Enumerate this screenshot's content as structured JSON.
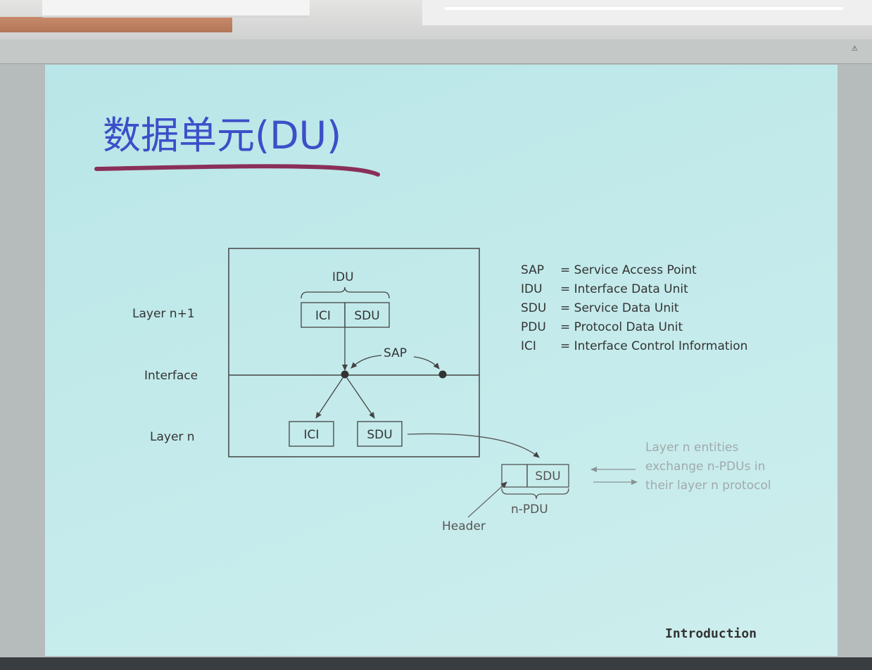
{
  "title": "数据单元(DU)",
  "diagram": {
    "labels": {
      "idu": "IDU",
      "sap": "SAP",
      "layer_n1": "Layer n+1",
      "interface": "Interface",
      "layer_n": "Layer n",
      "header": "Header",
      "npdu": "n-PDU"
    },
    "boxes": {
      "ici_top": "ICI",
      "sdu_top": "SDU",
      "ici_bottom": "ICI",
      "sdu_bottom": "SDU",
      "pdu_sdu": "SDU"
    }
  },
  "legend": [
    {
      "abbr": "SAP",
      "definition": "= Service Access Point"
    },
    {
      "abbr": "IDU",
      "definition": "= Interface Data Unit"
    },
    {
      "abbr": "SDU",
      "definition": "= Service Data Unit"
    },
    {
      "abbr": "PDU",
      "definition": "= Protocol Data Unit"
    },
    {
      "abbr": "ICI",
      "definition": "= Interface Control Information"
    }
  ],
  "note": "Layer n entities exchange n-PDUs in their layer n protocol",
  "footer": "Introduction",
  "colors": {
    "title": "#3c4fc8",
    "underline": "#8a2f58",
    "slide": "#c3eaeb"
  }
}
